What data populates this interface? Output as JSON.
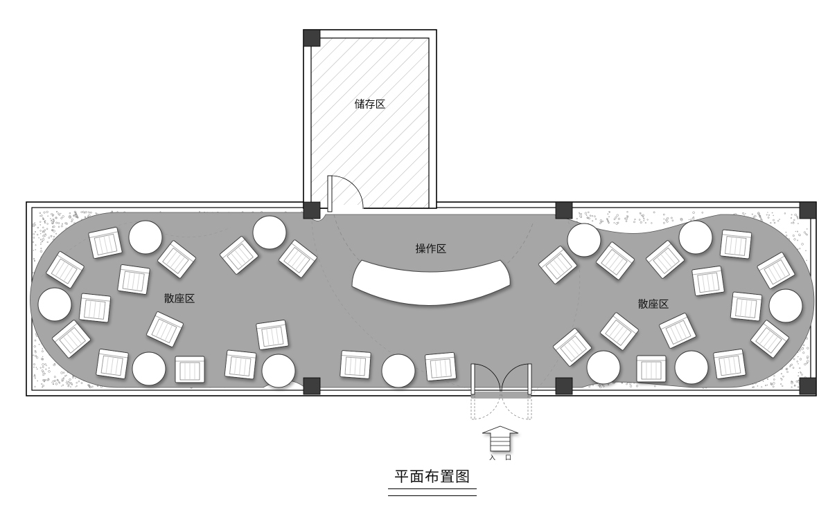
{
  "drawing": {
    "title": "平面布置图",
    "entrance_label": "入口",
    "zones": {
      "storage": "储存区",
      "operation": "操作区",
      "seating_left": "散座区",
      "seating_right": "散座区"
    }
  },
  "colors": {
    "floor": "#a6a6a6",
    "wall": "#000000",
    "column": "#3d3d3d",
    "furniture": "#ffffff",
    "hatch": "#9a9a9a",
    "planting": "#7d7d7d"
  }
}
